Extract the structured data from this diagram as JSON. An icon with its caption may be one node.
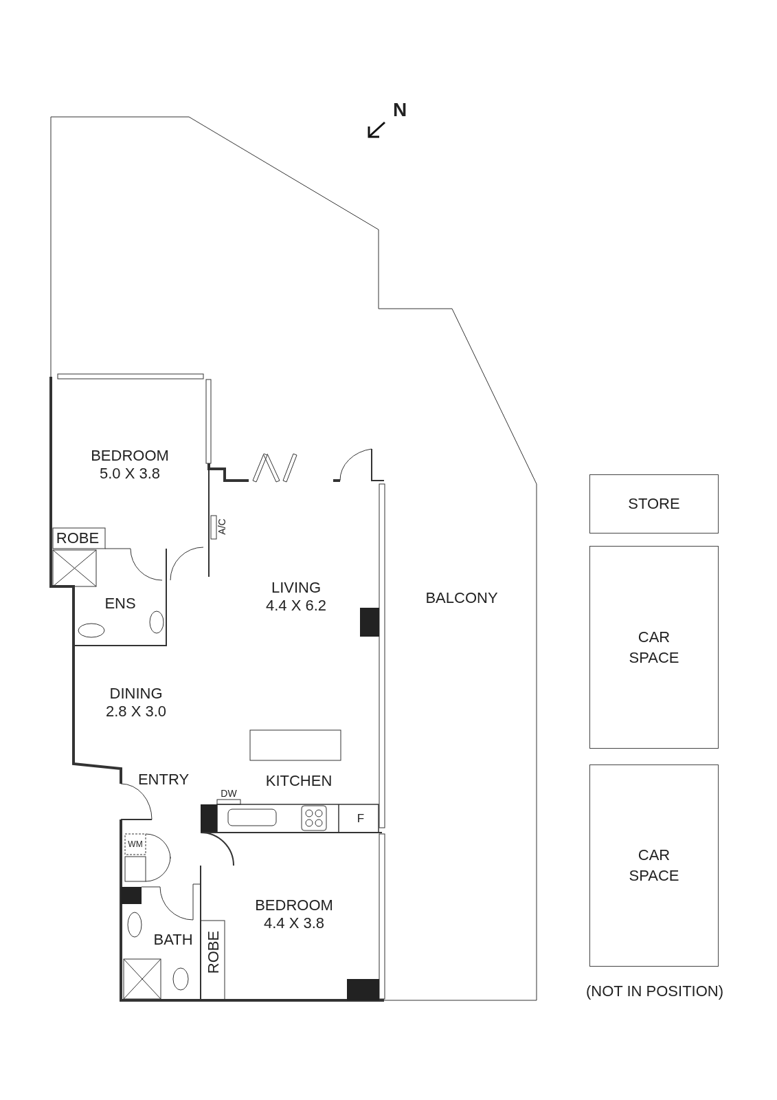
{
  "diagram": {
    "nodes": [
      {
        "text": [
          "BEDROOM",
          "5.0 X 3.8"
        ]
      },
      {
        "text": [
          "ROBE"
        ]
      },
      {
        "text": [
          "ENS"
        ]
      },
      {
        "text": [
          "LIVING",
          "4.4 X 6.2"
        ]
      },
      {
        "text": [
          "BALCONY"
        ]
      },
      {
        "text": [
          "DINING",
          "2.8 X 3.0"
        ]
      },
      {
        "text": [
          "ENTRY"
        ]
      },
      {
        "text": [
          "KITCHEN"
        ]
      },
      {
        "text": [
          "BEDROOM",
          "4.4 X 3.8"
        ]
      },
      {
        "text": [
          "BATH"
        ]
      },
      {
        "text": [
          "ROBE"
        ]
      },
      {
        "text": [
          "STORE"
        ]
      },
      {
        "text": [
          "CAR SPACE"
        ]
      },
      {
        "text": [
          "CAR SPACE"
        ]
      }
    ],
    "labels": [
      "N",
      "A/C",
      "DW",
      "F",
      "WM",
      "(NOT IN POSITION)"
    ]
  }
}
